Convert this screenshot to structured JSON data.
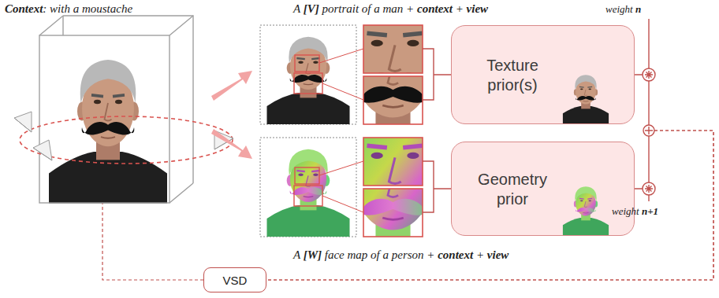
{
  "diagram": {
    "nodes": [
      {
        "text": [
          "Texture prior(s)"
        ]
      },
      {
        "text": [
          "Geometry prior"
        ]
      },
      {
        "text": [
          "VSD"
        ]
      }
    ],
    "edges": [
      {
        "from": 0,
        "to": 2,
        "arrow": "none"
      },
      {
        "from": 1,
        "to": 2,
        "arrow": "none"
      }
    ],
    "labels": [
      "Context: with a moustache",
      "A [V] portrait of a man + context + view",
      "weight n",
      "weight n+1",
      "A [W] face map of a person + context + view"
    ]
  }
}
